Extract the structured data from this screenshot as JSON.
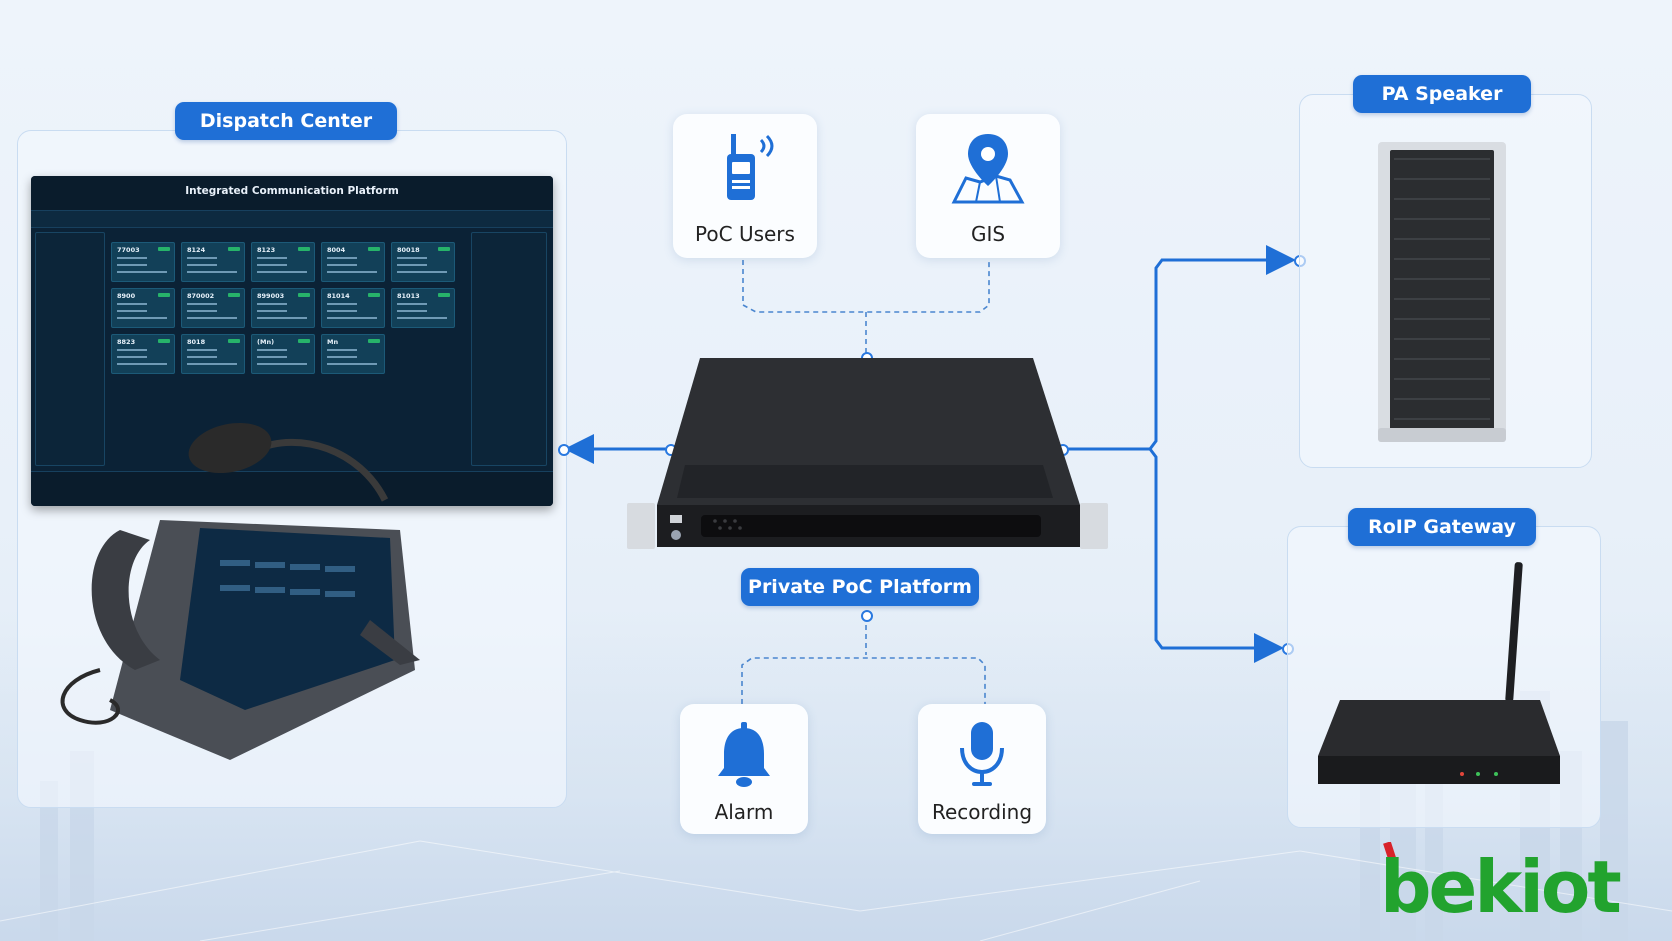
{
  "labels": {
    "dispatch_center": "Dispatch Center",
    "pa_speaker": "PA Speaker",
    "roip_gateway": "RoIP Gateway",
    "private_poc_platform": "Private PoC Platform"
  },
  "icon_cards": {
    "poc_users": {
      "label": "PoC Users",
      "icon": "walkie-talkie-icon"
    },
    "gis": {
      "label": "GIS",
      "icon": "map-pin-icon"
    },
    "alarm": {
      "label": "Alarm",
      "icon": "bell-icon"
    },
    "recording": {
      "label": "Recording",
      "icon": "microphone-icon"
    }
  },
  "dispatch_screen": {
    "title": "Integrated Communication Platform",
    "tiles": [
      "77003",
      "8124",
      "8123",
      "8004",
      "80018",
      "8900",
      "870002",
      "899003",
      "81014",
      "81013",
      "8823",
      "8018",
      "(Mn)",
      "Mn"
    ]
  },
  "logo": {
    "text": "bekiot"
  },
  "colors": {
    "accent": "#1f6fd6",
    "logo_green": "#22a32e",
    "logo_red": "#d8232a"
  }
}
